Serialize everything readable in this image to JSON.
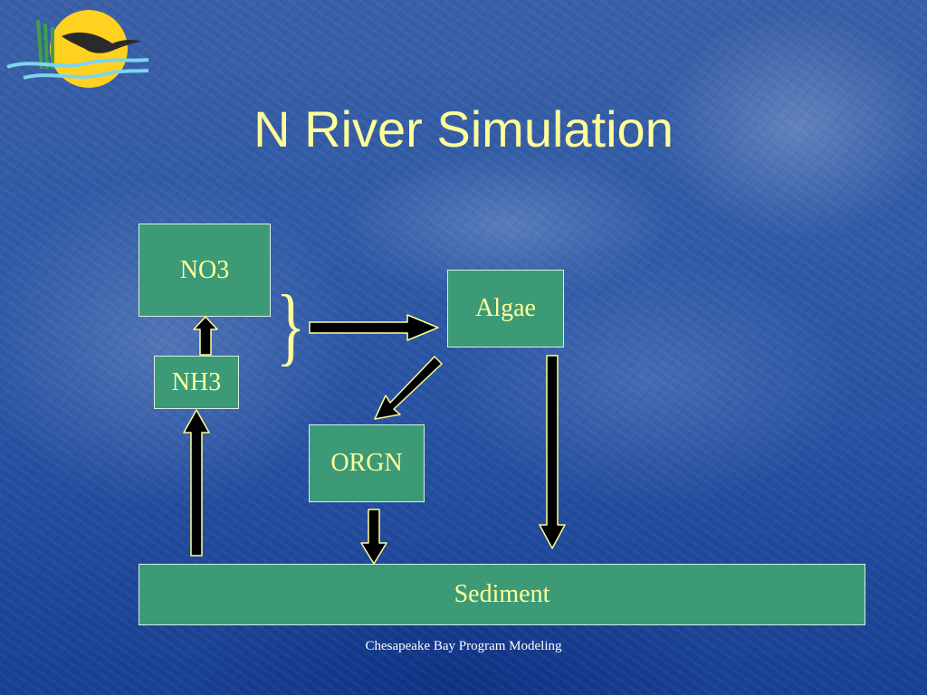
{
  "slide": {
    "title": "N River Simulation",
    "footer": "Chesapeake Bay Program Modeling"
  },
  "nodes": {
    "no3": "NO3",
    "nh3": "NH3",
    "algae": "Algae",
    "orgn": "ORGN",
    "sediment": "Sediment"
  },
  "brace_glyph": "}",
  "flows": [
    {
      "from": "NH3",
      "to": "NO3"
    },
    {
      "from": "Sediment",
      "to": "NH3"
    },
    {
      "from": "NO3 + NH3",
      "to": "Algae"
    },
    {
      "from": "Algae",
      "to": "ORGN"
    },
    {
      "from": "Algae",
      "to": "Sediment"
    },
    {
      "from": "ORGN",
      "to": "Sediment"
    }
  ],
  "colors": {
    "node_fill": "#3d9a77",
    "text": "#ffff99",
    "arrow": "#000000"
  },
  "logo": {
    "name": "Chesapeake Bay Program logo"
  }
}
